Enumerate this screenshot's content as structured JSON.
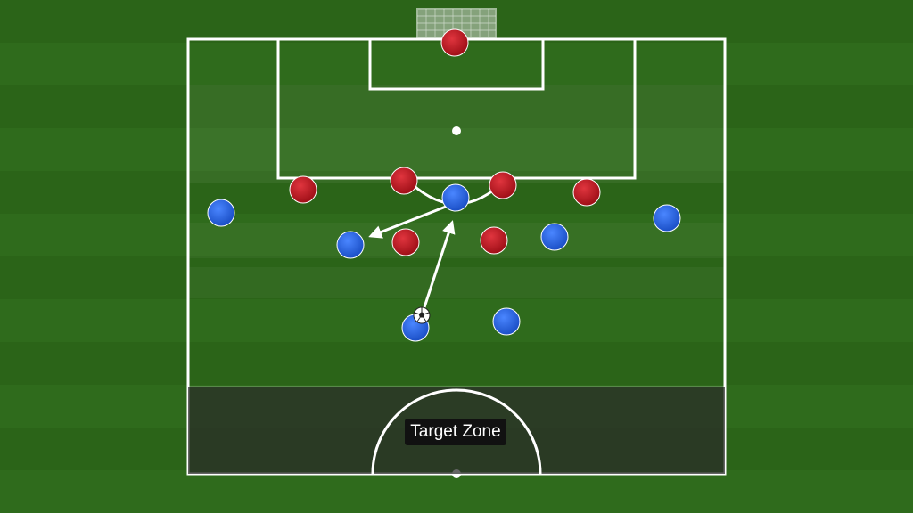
{
  "colors": {
    "grass": "#2f6b1c",
    "grass_light": "#3a7d24",
    "lines": "#ffffff",
    "team_red": "#b8111b",
    "team_blue": "#1f5de0",
    "target_zone_shade": "#2a2a2a"
  },
  "target_zone": {
    "label": "Target Zone"
  },
  "players": {
    "red": [
      "goalkeeper",
      "defender-left",
      "defender-center-left",
      "defender-center-right",
      "defender-right",
      "midfielder-left",
      "midfielder-right"
    ],
    "blue": [
      "wide-left",
      "striker",
      "wide-right",
      "attacking-mid-left",
      "attacking-mid-right",
      "central-mid-ball",
      "central-mid-right"
    ]
  },
  "movement": {
    "arrows": [
      "pass-to-striker",
      "layoff-to-left"
    ],
    "ball_holder": "central-mid-ball"
  }
}
